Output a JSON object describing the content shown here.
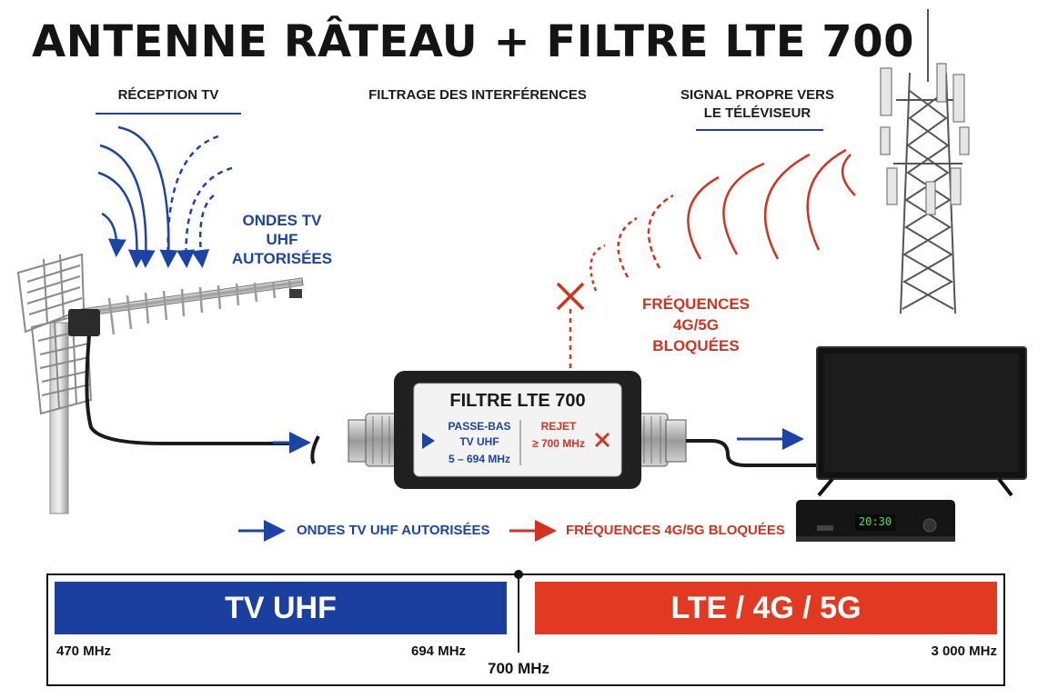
{
  "title": "ANTENNE RÂTEAU + FILTRE LTE 700",
  "headers": {
    "reception": "RÉCEPTION TV",
    "filtrage": "FILTRAGE DES INTERFÉRENCES",
    "signal_line1": "SIGNAL PROPRE VERS",
    "signal_line2": "LE TÉLÉVISEUR"
  },
  "labels": {
    "ondes_line1": "ONDES TV",
    "ondes_line2": "UHF",
    "ondes_line3": "AUTORISÉES",
    "freq_line1": "FRÉQUENCES",
    "freq_line2": "4G/5G",
    "freq_line3": "BLOQUÉES"
  },
  "filter": {
    "title": "FILTRE LTE 700",
    "pass_line1": "PASSE-BAS",
    "pass_line2": "TV UHF",
    "pass_line3": "5 – 694 MHz",
    "reject_line1": "REJET",
    "reject_line2": "≥ 700 MHz"
  },
  "decoder": {
    "display": "20:30"
  },
  "legend": {
    "allowed": "ONDES TV UHF AUTORISÉES",
    "blocked": "FRÉQUENCES 4G/5G BLOQUÉES"
  },
  "spectrum": {
    "tv_band": "TV UHF",
    "lte_band": "LTE / 4G / 5G",
    "f_start": "470 MHz",
    "f_tv_end": "694 MHz",
    "f_cut": "700 MHz",
    "f_end": "3 000 MHz"
  },
  "colors": {
    "blue": "#1c44a6",
    "red": "#d2331f",
    "band_blue": "#1a3f9e",
    "band_red": "#e23a22"
  }
}
